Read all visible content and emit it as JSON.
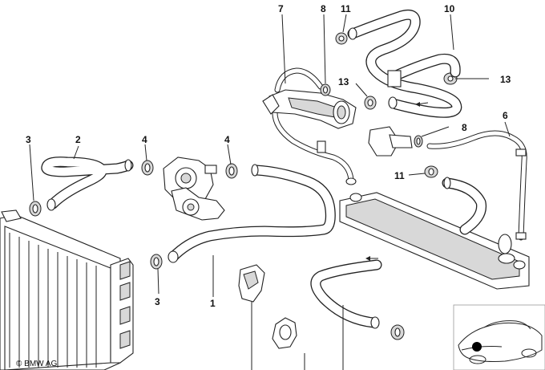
{
  "callouts": {
    "c1": "1",
    "c2": "2",
    "c3_top": "3",
    "c3_bottom": "3",
    "c4_left": "4",
    "c4_right": "4",
    "c6": "6",
    "c7": "7",
    "c8_top": "8",
    "c8_right": "8",
    "c10": "10",
    "c11_top": "11",
    "c11_mid": "11",
    "c13_left": "13",
    "c13_right": "13"
  },
  "copyright": "© BMW AG"
}
